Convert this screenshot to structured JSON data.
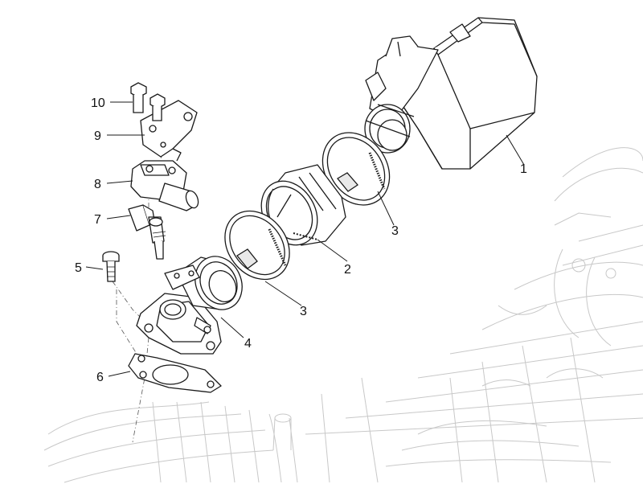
{
  "diagram": {
    "callouts": {
      "n1": "1",
      "n2": "2",
      "n3a": "3",
      "n3b": "3",
      "n4": "4",
      "n5": "5",
      "n6": "6",
      "n7": "7",
      "n8": "8",
      "n9": "9",
      "n10": "10"
    }
  },
  "colors": {
    "line": "#1a1a1a",
    "ghost": "#c8c8c8",
    "part_fill": "#ffffff",
    "shade": "#e9e9e9"
  }
}
